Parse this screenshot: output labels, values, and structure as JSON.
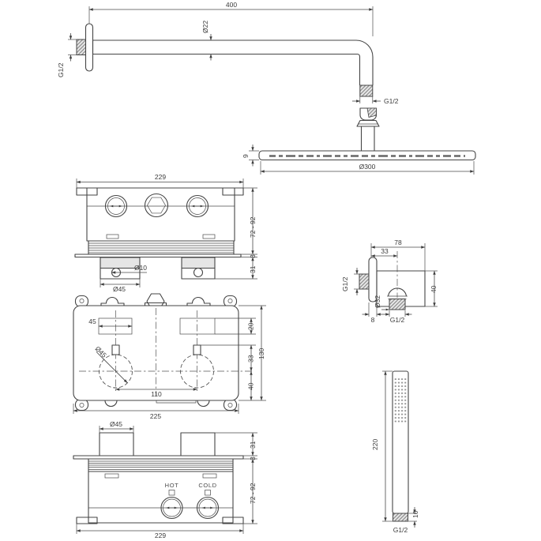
{
  "colors": {
    "line": "#454545",
    "text": "#3c3c3c",
    "hatch": "#8b8b8b",
    "shade": "#e5e5e5",
    "background": "#ffffff"
  },
  "views": {
    "shower_arm": {
      "length": "400",
      "tube_diameter": "Ø22",
      "wall_thread": "G1/2",
      "head_thread": "G1/2"
    },
    "shower_head": {
      "thickness": "9",
      "diameter": "Ø300"
    },
    "valve_top_view": {
      "width": "229",
      "body_depth": "72 - 92",
      "plate": "3",
      "handle_height": "31",
      "hole_diameter": "Ø10",
      "handle_diameter": "Ø45"
    },
    "wall_outlet": {
      "depth": "78",
      "outlet_offset": "33",
      "inlet_thread": "G1/2",
      "outlet_diameter": "Ø32",
      "height": "40",
      "flange": "8",
      "outlet_thread": "G1/2"
    },
    "valve_front_view": {
      "slot_width": "45",
      "knob_diameter": "Ø45",
      "knob_spacing": "110",
      "width": "225",
      "slot_height": "20",
      "slot_to_center": "33",
      "center_to_bottom": "40",
      "height": "130"
    },
    "valve_bottom_view": {
      "handle_diameter": "Ø45",
      "handle_height": "31",
      "plate": "3",
      "body_depth": "72 - 92",
      "hot": "HOT",
      "cold": "COLD",
      "width": "229"
    },
    "hand_shower": {
      "length": "220",
      "thread_length": "10",
      "thread": "G1/2"
    }
  }
}
